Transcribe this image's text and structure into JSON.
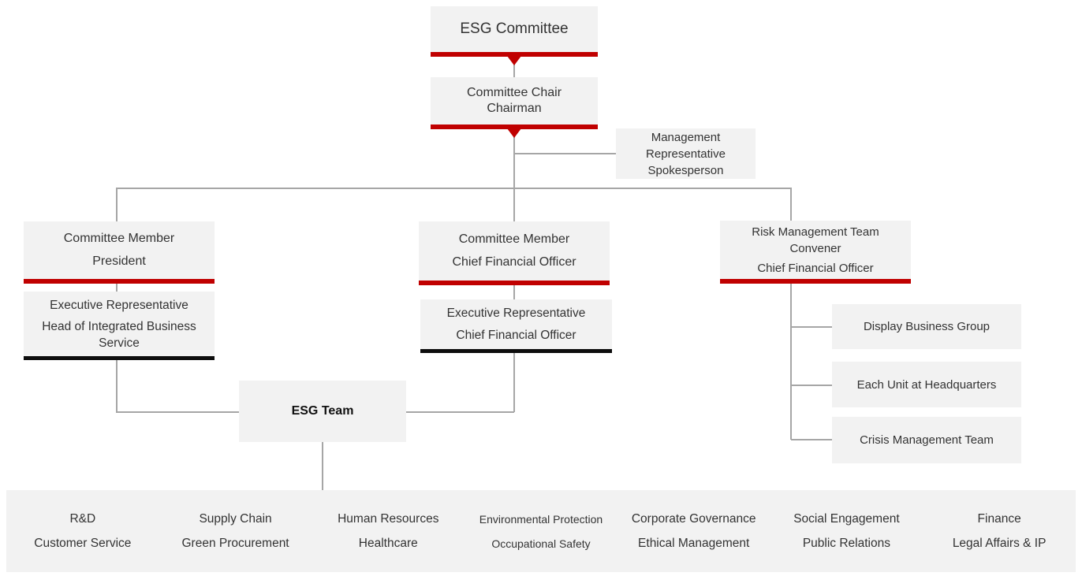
{
  "colors": {
    "box-fill": "#f2f2f2",
    "accent-red": "#c00000",
    "accent-black": "#0d0d0d",
    "line-gray": "#a6a6a6",
    "text": "#333333"
  },
  "boxes": {
    "esg_committee": {
      "title": "ESG Committee"
    },
    "committee_chair": {
      "role": "Committee Chair",
      "person": "Chairman"
    },
    "spokesperson": {
      "role": "Management Representative",
      "person": "Spokesperson"
    },
    "member_president": {
      "role": "Committee Member",
      "person": "President"
    },
    "exec_president": {
      "role": "Executive Representative",
      "person": "Head of Integrated Business Service"
    },
    "member_cfo": {
      "role": "Committee Member",
      "person": "Chief Financial Officer"
    },
    "exec_cfo": {
      "role": "Executive Representative",
      "person": "Chief Financial Officer"
    },
    "risk_team": {
      "role": "Risk Management Team Convener",
      "person": "Chief Financial Officer"
    },
    "esg_team": {
      "title": "ESG Team"
    },
    "risk_units": [
      "Display Business Group",
      "Each Unit at Headquarters",
      "Crisis Management Team"
    ]
  },
  "functions": {
    "row1": [
      "R&D",
      "Supply Chain",
      "Human Resources",
      "Environmental Protection",
      "Corporate Governance",
      "Social Engagement",
      "Finance"
    ],
    "row2": [
      "Customer Service",
      "Green Procurement",
      "Healthcare",
      "Occupational Safety",
      "Ethical Management",
      "Public Relations",
      "Legal Affairs & IP"
    ]
  }
}
